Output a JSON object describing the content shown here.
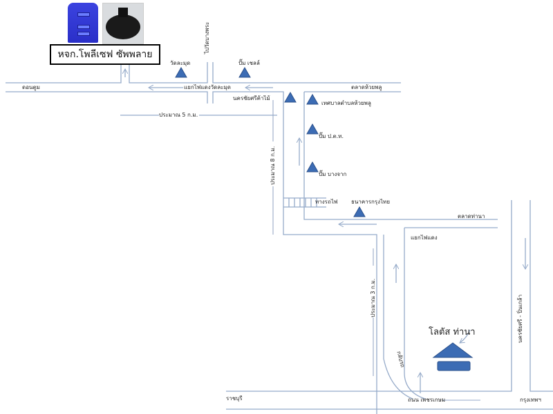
{
  "title": "หจก.โพลีเซฟ ซัพพลาย",
  "colors": {
    "road": "#95aac9",
    "marker": "#3c6cb4",
    "marker_outline": "#2a4f8a",
    "title_border": "#000000"
  },
  "images": [
    {
      "name": "water-tank-photo",
      "description": "blue water tank"
    },
    {
      "name": "septic-tank-photo",
      "description": "black septic tank"
    }
  ],
  "labels": {
    "donphum": "ดอนตูม",
    "wat_lamut": "วัดละมุด",
    "pump_shell": "ปั๊ม เชลล์",
    "to_wat_bangphra": "ไปวัดบางพระ",
    "junction_wat_lamut": "แยกไฟแดงวัดละมุด",
    "talat_huai_phlu": "ตลาดห้วยพลู",
    "nakhon_chaisri_kha_mai": "นครชัยศรีค้าไม้",
    "thesaban_huai_phlu": "เทศบาลตำบลห้วยพลู",
    "approx_5km": "ประมาณ 5 ก.ม.",
    "pump_ptt": "ปั๊ม ป.ต.ท.",
    "approx_8km": "ประมาณ 8 ก.ม.",
    "pump_bangchak": "ปั๊ม บางจาก",
    "railway": "ทางรถไฟ",
    "krungthai_bank": "ธนาคารกรุงไทย",
    "talat_tha_na": "ตลาดท่านา",
    "junction": "แยกไฟแดง",
    "approx_3km": "ประมาณ 3 ก.ม.",
    "lotus_tha_na": "โลตัส ท่านา",
    "u_turn": "กลับรถ",
    "nakhon_chaisri_pinklao": "นครชัยศรี - ปิ่นเกล้า",
    "ratchaburi": "ราชบุรี",
    "phetkasem_road": "ถนน เพชรเกษม",
    "bangkok": "กรุงเทพฯ"
  }
}
